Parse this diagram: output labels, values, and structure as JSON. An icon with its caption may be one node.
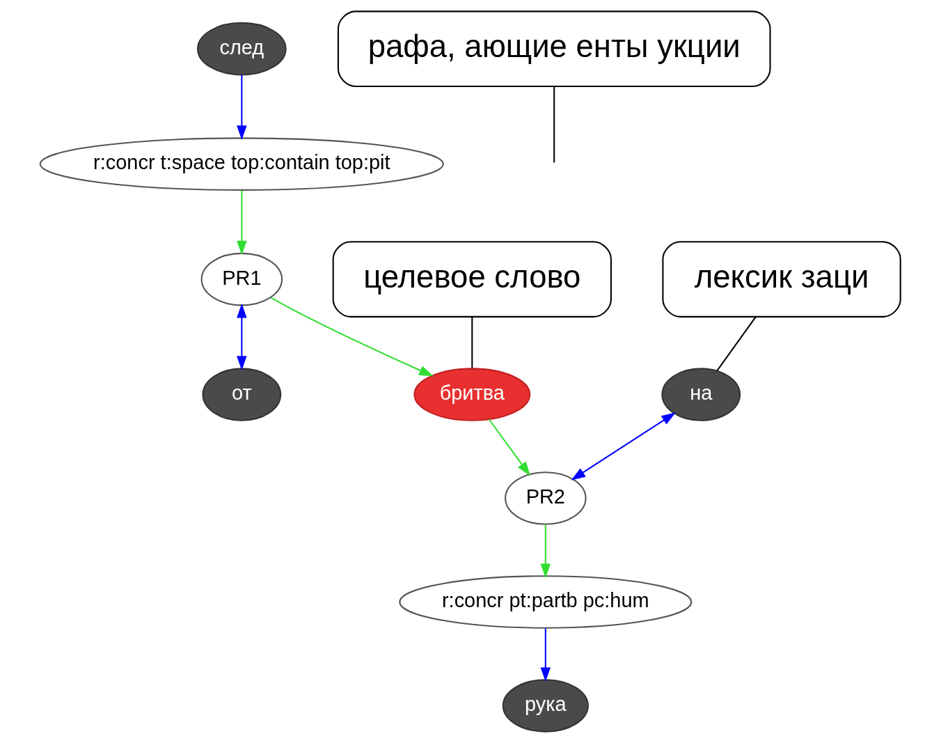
{
  "diagram": {
    "nodes": [
      {
        "text": [
          "след"
        ]
      },
      {
        "text": [
          "r:concr t:space top:contain top:pit"
        ]
      },
      {
        "text": [
          "от"
        ]
      },
      {
        "text": [
          "рафа, ающие енты укции"
        ]
      },
      {
        "text": [
          "PR1"
        ]
      },
      {
        "text": [
          "лексик заци"
        ]
      },
      {
        "text": [
          "бритва"
        ]
      },
      {
        "text": [
          "целевое слово"
        ]
      },
      {
        "text": [
          "на"
        ]
      },
      {
        "text": [
          "PR2"
        ]
      },
      {
        "text": [
          "r:concr pt:partb pc:hum"
        ]
      },
      {
        "text": [
          "рука"
        ]
      }
    ],
    "edges": [
      {
        "from": 0,
        "to": 1,
        "arrow": "to",
        "color": "#0000ff"
      },
      {
        "from": 1,
        "to": 4,
        "arrow": "to",
        "color": "#33dd33"
      },
      {
        "from": 4,
        "to": 2,
        "arrow": "both",
        "color": "#0000ff"
      },
      {
        "from": 4,
        "to": 6,
        "arrow": "to",
        "color": "#33dd33"
      },
      {
        "from": 6,
        "to": 9,
        "arrow": "to",
        "color": "#33dd33"
      },
      {
        "from": 8,
        "to": 9,
        "arrow": "both",
        "color": "#0000ff"
      },
      {
        "from": 9,
        "to": 10,
        "arrow": "to",
        "color": "#33dd33"
      },
      {
        "from": 10,
        "to": 11,
        "arrow": "to",
        "color": "#0000ff"
      },
      {
        "from": 3,
        "to": null,
        "arrow": "none",
        "color": "#000000"
      },
      {
        "from": 7,
        "to": 6,
        "arrow": "none",
        "color": "#000000"
      },
      {
        "from": 5,
        "to": 8,
        "arrow": "none",
        "color": "#000000"
      }
    ]
  }
}
